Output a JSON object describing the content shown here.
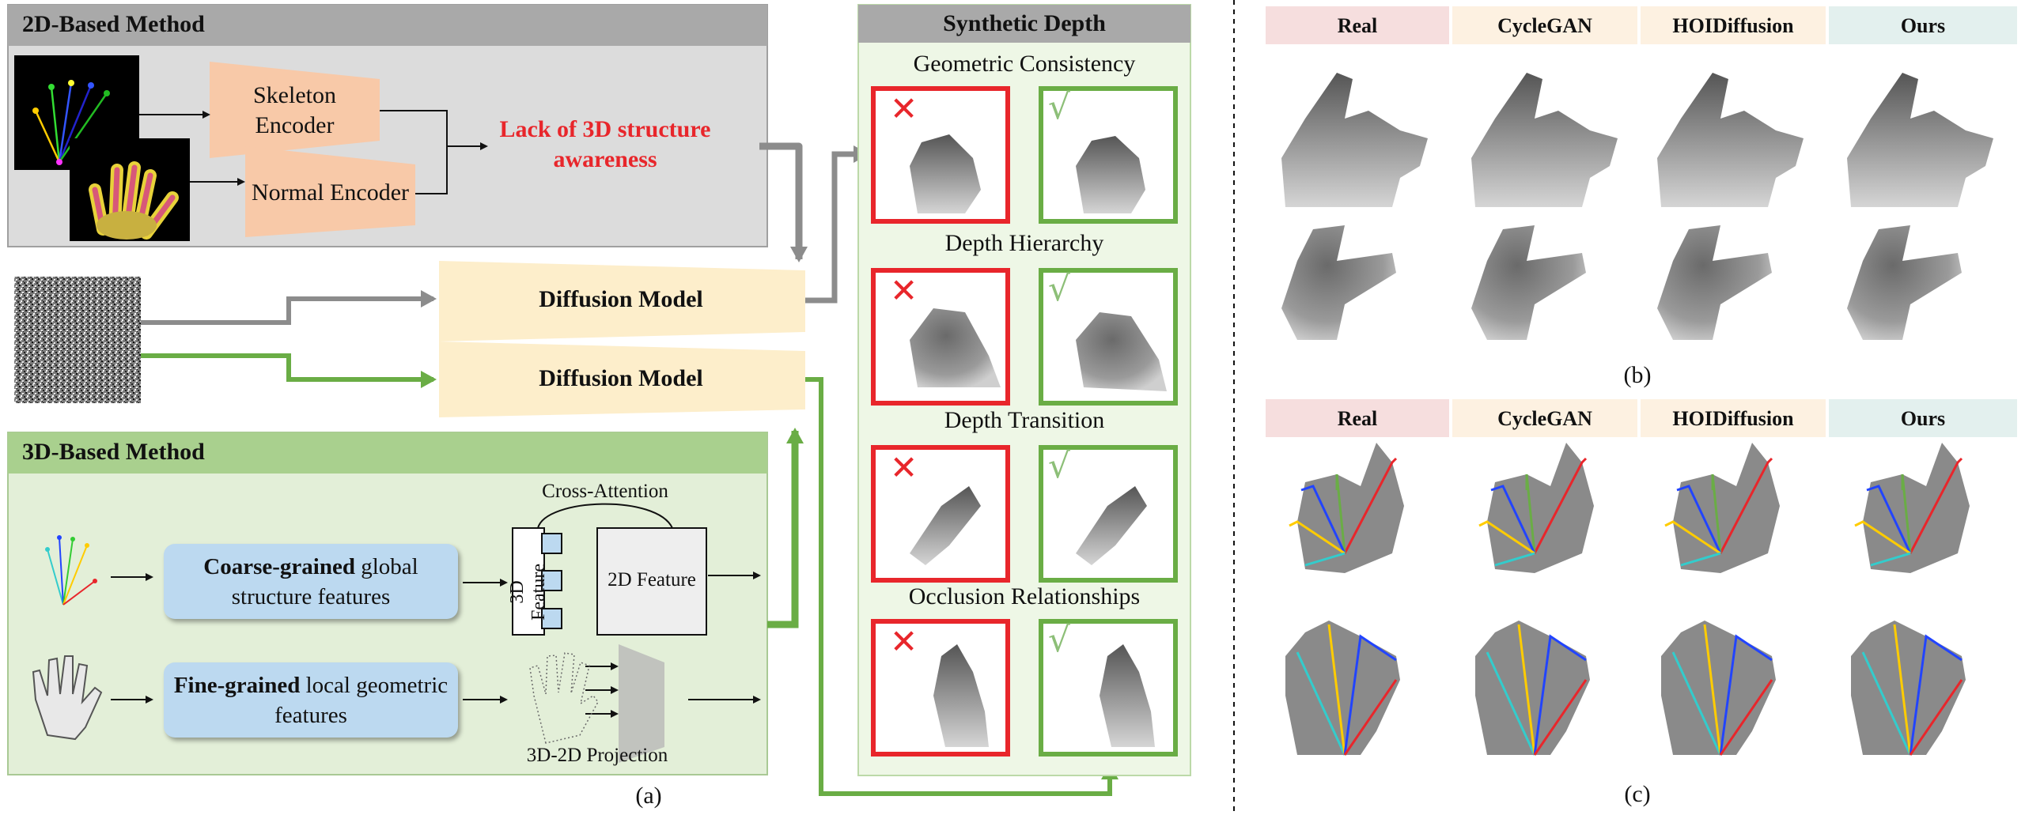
{
  "panel_a": {
    "method_2d_title": "2D-Based Method",
    "skeleton_encoder": "Skeleton Encoder",
    "normal_encoder": "Normal Encoder",
    "lack_text": "Lack of 3D structure awareness",
    "diffusion_top": "Diffusion Model",
    "diffusion_bottom": "Diffusion Model",
    "method_3d_title": "3D-Based Method",
    "cross_attention": "Cross-Attention",
    "feature_3d": "3D Feature",
    "feature_2d": "2D Feature",
    "coarse_bold": "Coarse-grained",
    "coarse_rest": " global structure features",
    "fine_bold": "Fine-grained",
    "fine_rest": " local geometric features",
    "projection": "3D-2D Projection",
    "caption": "(a)"
  },
  "synthetic": {
    "title": "Synthetic Depth",
    "rows": [
      "Geometric Consistency",
      "Depth Hierarchy",
      "Depth Transition",
      "Occlusion Relationships"
    ],
    "cross_mark": "✕",
    "check_mark": "√"
  },
  "panel_b": {
    "headers": [
      "Real",
      "CycleGAN",
      "HOIDiffusion",
      "Ours"
    ],
    "caption": "(b)"
  },
  "panel_c": {
    "headers": [
      "Real",
      "CycleGAN",
      "HOIDiffusion",
      "Ours"
    ],
    "caption": "(c)"
  },
  "colors": {
    "gray_panel": "#dcdcdc",
    "gray_header": "#a9a9a9",
    "green_panel": "#e3efd8",
    "green_header": "#a9d08e",
    "encoder_fill": "#f8c9a8",
    "diffusion_fill": "#fdeecb",
    "feature_box": "#bcd9f0",
    "red": "#e8262b",
    "green": "#6aad45",
    "synthetic_bg": "#eef7e6",
    "hdr_real": "#f6dede",
    "hdr_cyclegan": "#fdf1e1",
    "hdr_hoi": "#fdf1e1",
    "hdr_ours": "#e3f0ee"
  }
}
